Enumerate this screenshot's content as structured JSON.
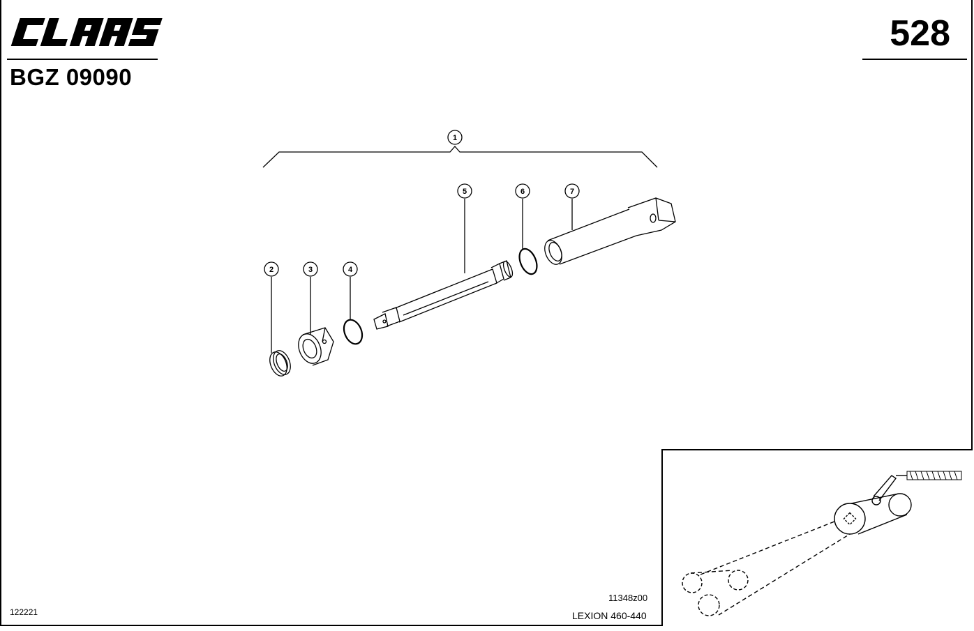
{
  "header": {
    "brand": "CLAAS",
    "doc_code": "BGZ 09090",
    "page_number": "528"
  },
  "diagram": {
    "assembly_callout": "1",
    "callouts": [
      "2",
      "3",
      "4",
      "5",
      "6",
      "7"
    ]
  },
  "footer": {
    "drawing_number": "11348z00",
    "model_range": "LEXION 460-440",
    "doc_id": "122221"
  }
}
